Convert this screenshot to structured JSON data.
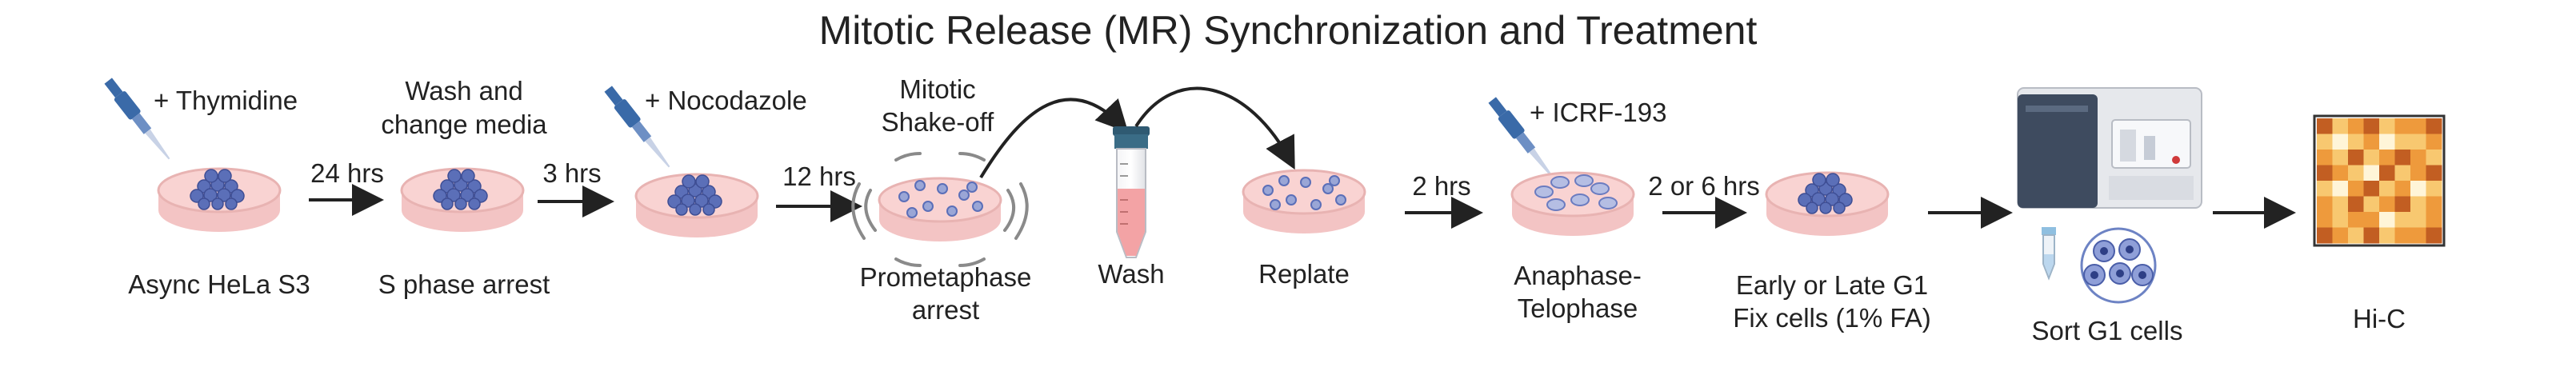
{
  "title": "Mitotic Release (MR) Synchronization and Treatment",
  "colors": {
    "dish_fill": "#f9d3d2",
    "dish_rim": "#e8b3b2",
    "cell_fill": "#5b6fb8",
    "cell_light": "#9aa6d6",
    "arrow": "#222222",
    "tube_cap": "#3a6c86",
    "tube_liquid": "#f3a3a5",
    "pipette": "#3a6aa8",
    "sorter_body": "#e6e8ec",
    "sorter_panel": "#3e4b5f",
    "hic_dark": "#c25e22",
    "hic_mid": "#ee9a3c",
    "hic_light": "#f8c870",
    "hic_pale": "#fff5d8"
  },
  "steps": {
    "async": {
      "caption": "Async HeLa S3",
      "additive": "+ Thymidine"
    },
    "sphase": {
      "caption": "S phase arrest",
      "above": [
        "Wash and",
        "change media"
      ]
    },
    "noco": {
      "additive": "+ Nocodazole"
    },
    "prometa": {
      "caption": [
        "Prometaphase",
        "arrest"
      ],
      "above": [
        "Mitotic",
        "Shake-off"
      ]
    },
    "wash": {
      "caption": "Wash"
    },
    "replate": {
      "caption": "Replate"
    },
    "anaphase": {
      "caption": [
        "Anaphase-",
        "Telophase"
      ],
      "additive": "+ ICRF-193"
    },
    "earlyg1": {
      "caption": [
        "Early or Late G1",
        "Fix cells (1% FA)"
      ]
    },
    "sort": {
      "caption": "Sort G1 cells"
    },
    "hic": {
      "caption": "Hi-C"
    }
  },
  "durations": {
    "d1": "24 hrs",
    "d2": "3 hrs",
    "d3": "12 hrs",
    "d4": "2 hrs",
    "d5": "2 or 6 hrs"
  },
  "hic_pattern": [
    [
      3,
      1,
      2,
      3,
      1,
      2,
      2,
      3
    ],
    [
      1,
      0,
      1,
      2,
      0,
      1,
      1,
      2
    ],
    [
      2,
      1,
      3,
      1,
      2,
      3,
      2,
      1
    ],
    [
      3,
      2,
      1,
      0,
      3,
      1,
      2,
      3
    ],
    [
      1,
      0,
      2,
      3,
      1,
      2,
      0,
      1
    ],
    [
      2,
      1,
      3,
      1,
      2,
      3,
      1,
      2
    ],
    [
      2,
      1,
      2,
      2,
      0,
      1,
      1,
      2
    ],
    [
      3,
      2,
      1,
      3,
      1,
      2,
      2,
      3
    ]
  ]
}
